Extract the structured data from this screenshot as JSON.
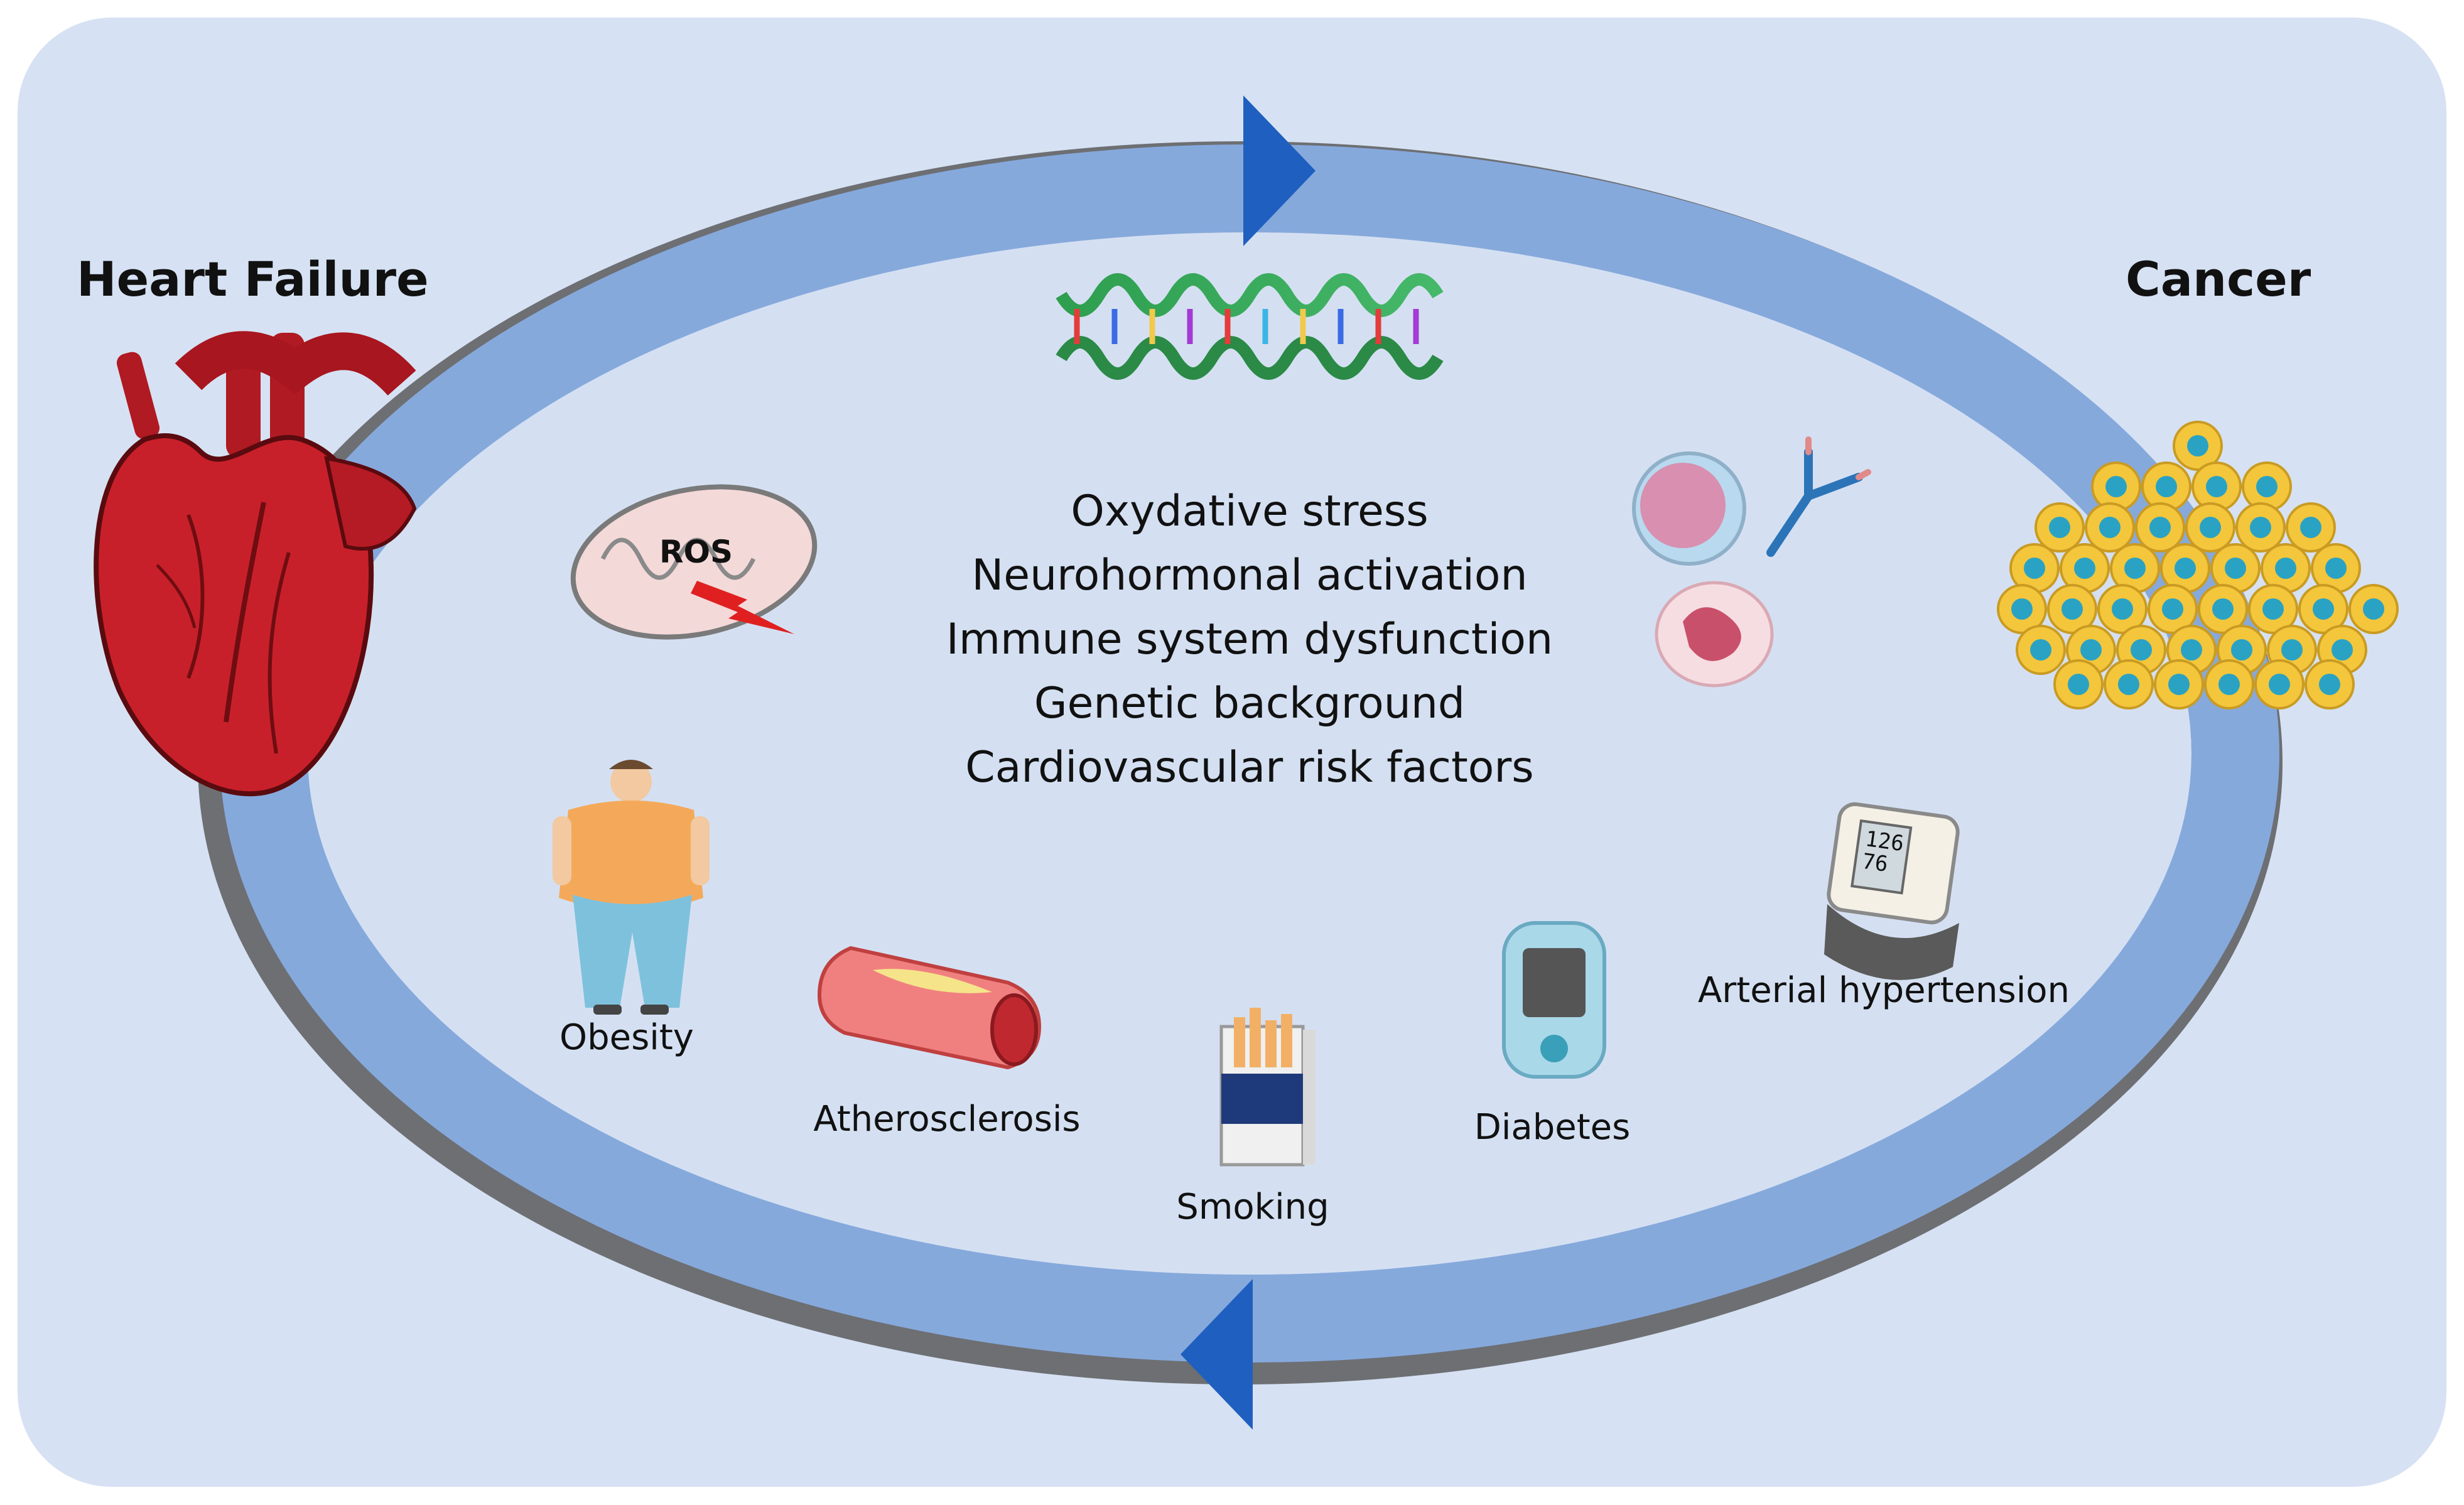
{
  "titles": {
    "left": "Heart Failure",
    "right": "Cancer"
  },
  "mechanisms": [
    "Oxydative stress",
    "Neurohormonal activation",
    "Immune system dysfunction",
    "Genetic background",
    "Cardiovascular risk factors"
  ],
  "ros_label": "ROS",
  "risk_factors": {
    "obesity": "Obesity",
    "atherosclerosis": "Atherosclerosis",
    "smoking": "Smoking",
    "diabetes": "Diabetes",
    "hypertension": "Arterial hypertension"
  },
  "bp_monitor": {
    "systolic": "126",
    "diastolic": "76"
  },
  "icons": {
    "heart": "anatomical-heart-icon",
    "cancer": "cancer-cell-cluster-icon",
    "dna": "dna-helix-icon",
    "mitochondrion": "mitochondrion-icon",
    "immune": "immune-cells-antibody-icon",
    "obesity": "obese-person-icon",
    "artery": "artery-plaque-icon",
    "cigarettes": "cigarette-pack-icon",
    "glucometer": "glucometer-icon",
    "bp_monitor": "blood-pressure-monitor-icon",
    "arrow_top": "arrow-right-icon",
    "arrow_bottom": "arrow-left-icon"
  },
  "colors": {
    "background_panel": "#d6e2f3",
    "ring": "#86a9dc",
    "ring_shadow": "#6d6f73",
    "arrow": "#1f5fbf",
    "heart": "#c8202a",
    "cancer_cell": "#f3c63c",
    "cancer_nucleus": "#2aa2c4"
  }
}
